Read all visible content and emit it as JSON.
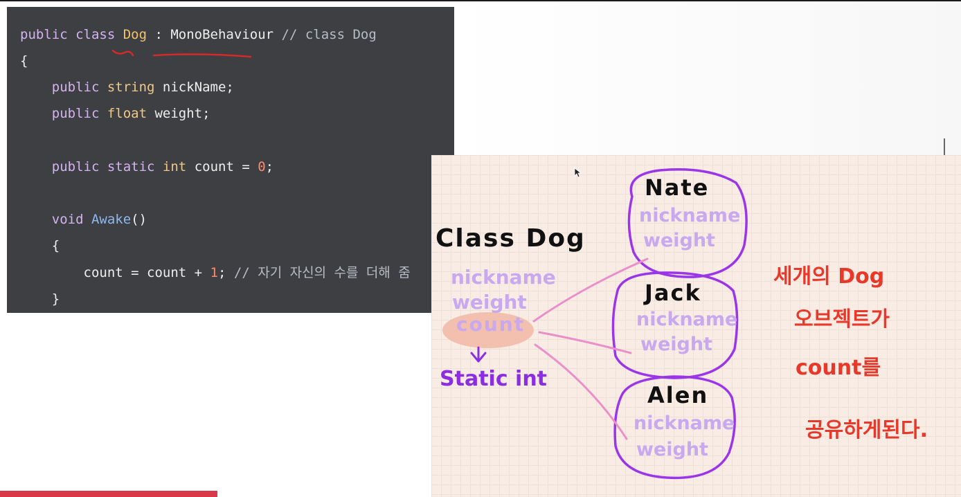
{
  "code": {
    "lines": [
      {
        "tokens": [
          {
            "t": "public class ",
            "c": "kw"
          },
          {
            "t": "Dog",
            "c": "cls"
          },
          {
            "t": " : MonoBehaviour ",
            "c": "plain"
          },
          {
            "t": "// class Dog",
            "c": "cmt"
          }
        ]
      },
      {
        "tokens": [
          {
            "t": "{",
            "c": "plain"
          }
        ]
      },
      {
        "tokens": [
          {
            "t": "    public ",
            "c": "kw"
          },
          {
            "t": "string",
            "c": "type"
          },
          {
            "t": " nickName;",
            "c": "plain"
          }
        ]
      },
      {
        "tokens": [
          {
            "t": "    public ",
            "c": "kw"
          },
          {
            "t": "float",
            "c": "type"
          },
          {
            "t": " weight;",
            "c": "plain"
          }
        ]
      },
      {
        "tokens": []
      },
      {
        "tokens": [
          {
            "t": "    public ",
            "c": "kw"
          },
          {
            "t": "static ",
            "c": "kw"
          },
          {
            "t": "int",
            "c": "type"
          },
          {
            "t": " count = ",
            "c": "plain"
          },
          {
            "t": "0",
            "c": "num"
          },
          {
            "t": ";",
            "c": "plain"
          }
        ]
      },
      {
        "tokens": []
      },
      {
        "tokens": [
          {
            "t": "    void ",
            "c": "kw"
          },
          {
            "t": "Awake",
            "c": "fn"
          },
          {
            "t": "()",
            "c": "plain"
          }
        ]
      },
      {
        "tokens": [
          {
            "t": "    {",
            "c": "plain"
          }
        ]
      },
      {
        "tokens": [
          {
            "t": "        count = count + ",
            "c": "plain"
          },
          {
            "t": "1",
            "c": "num"
          },
          {
            "t": "; ",
            "c": "plain"
          },
          {
            "t": "// 자기 자신의 수를 더해 줌",
            "c": "cmt"
          }
        ]
      },
      {
        "tokens": [
          {
            "t": "    }",
            "c": "plain"
          }
        ]
      }
    ]
  },
  "drawing": {
    "class_title": "Class Dog",
    "class_fields": [
      "nickname",
      "weight"
    ],
    "static_field": "count",
    "static_label": "Static int",
    "objects": [
      {
        "name": "Nate",
        "fields": [
          "nickname",
          "weight"
        ]
      },
      {
        "name": "Jack",
        "fields": [
          "nickname",
          "weight"
        ]
      },
      {
        "name": "Alen",
        "fields": [
          "nickname",
          "weight"
        ]
      }
    ],
    "note_lines": [
      "세개의 Dog",
      "오브젝트가",
      "count를",
      "공유하게된다."
    ]
  },
  "colors": {
    "code_bg": "#3d3f43",
    "paper_bg": "#f8ece4",
    "accent_red": "#d9384a",
    "marker_purple": "#8a2ee0",
    "marker_lavender": "#c8a8ee",
    "marker_pink": "#e890c8",
    "note_red": "#e8382a"
  }
}
